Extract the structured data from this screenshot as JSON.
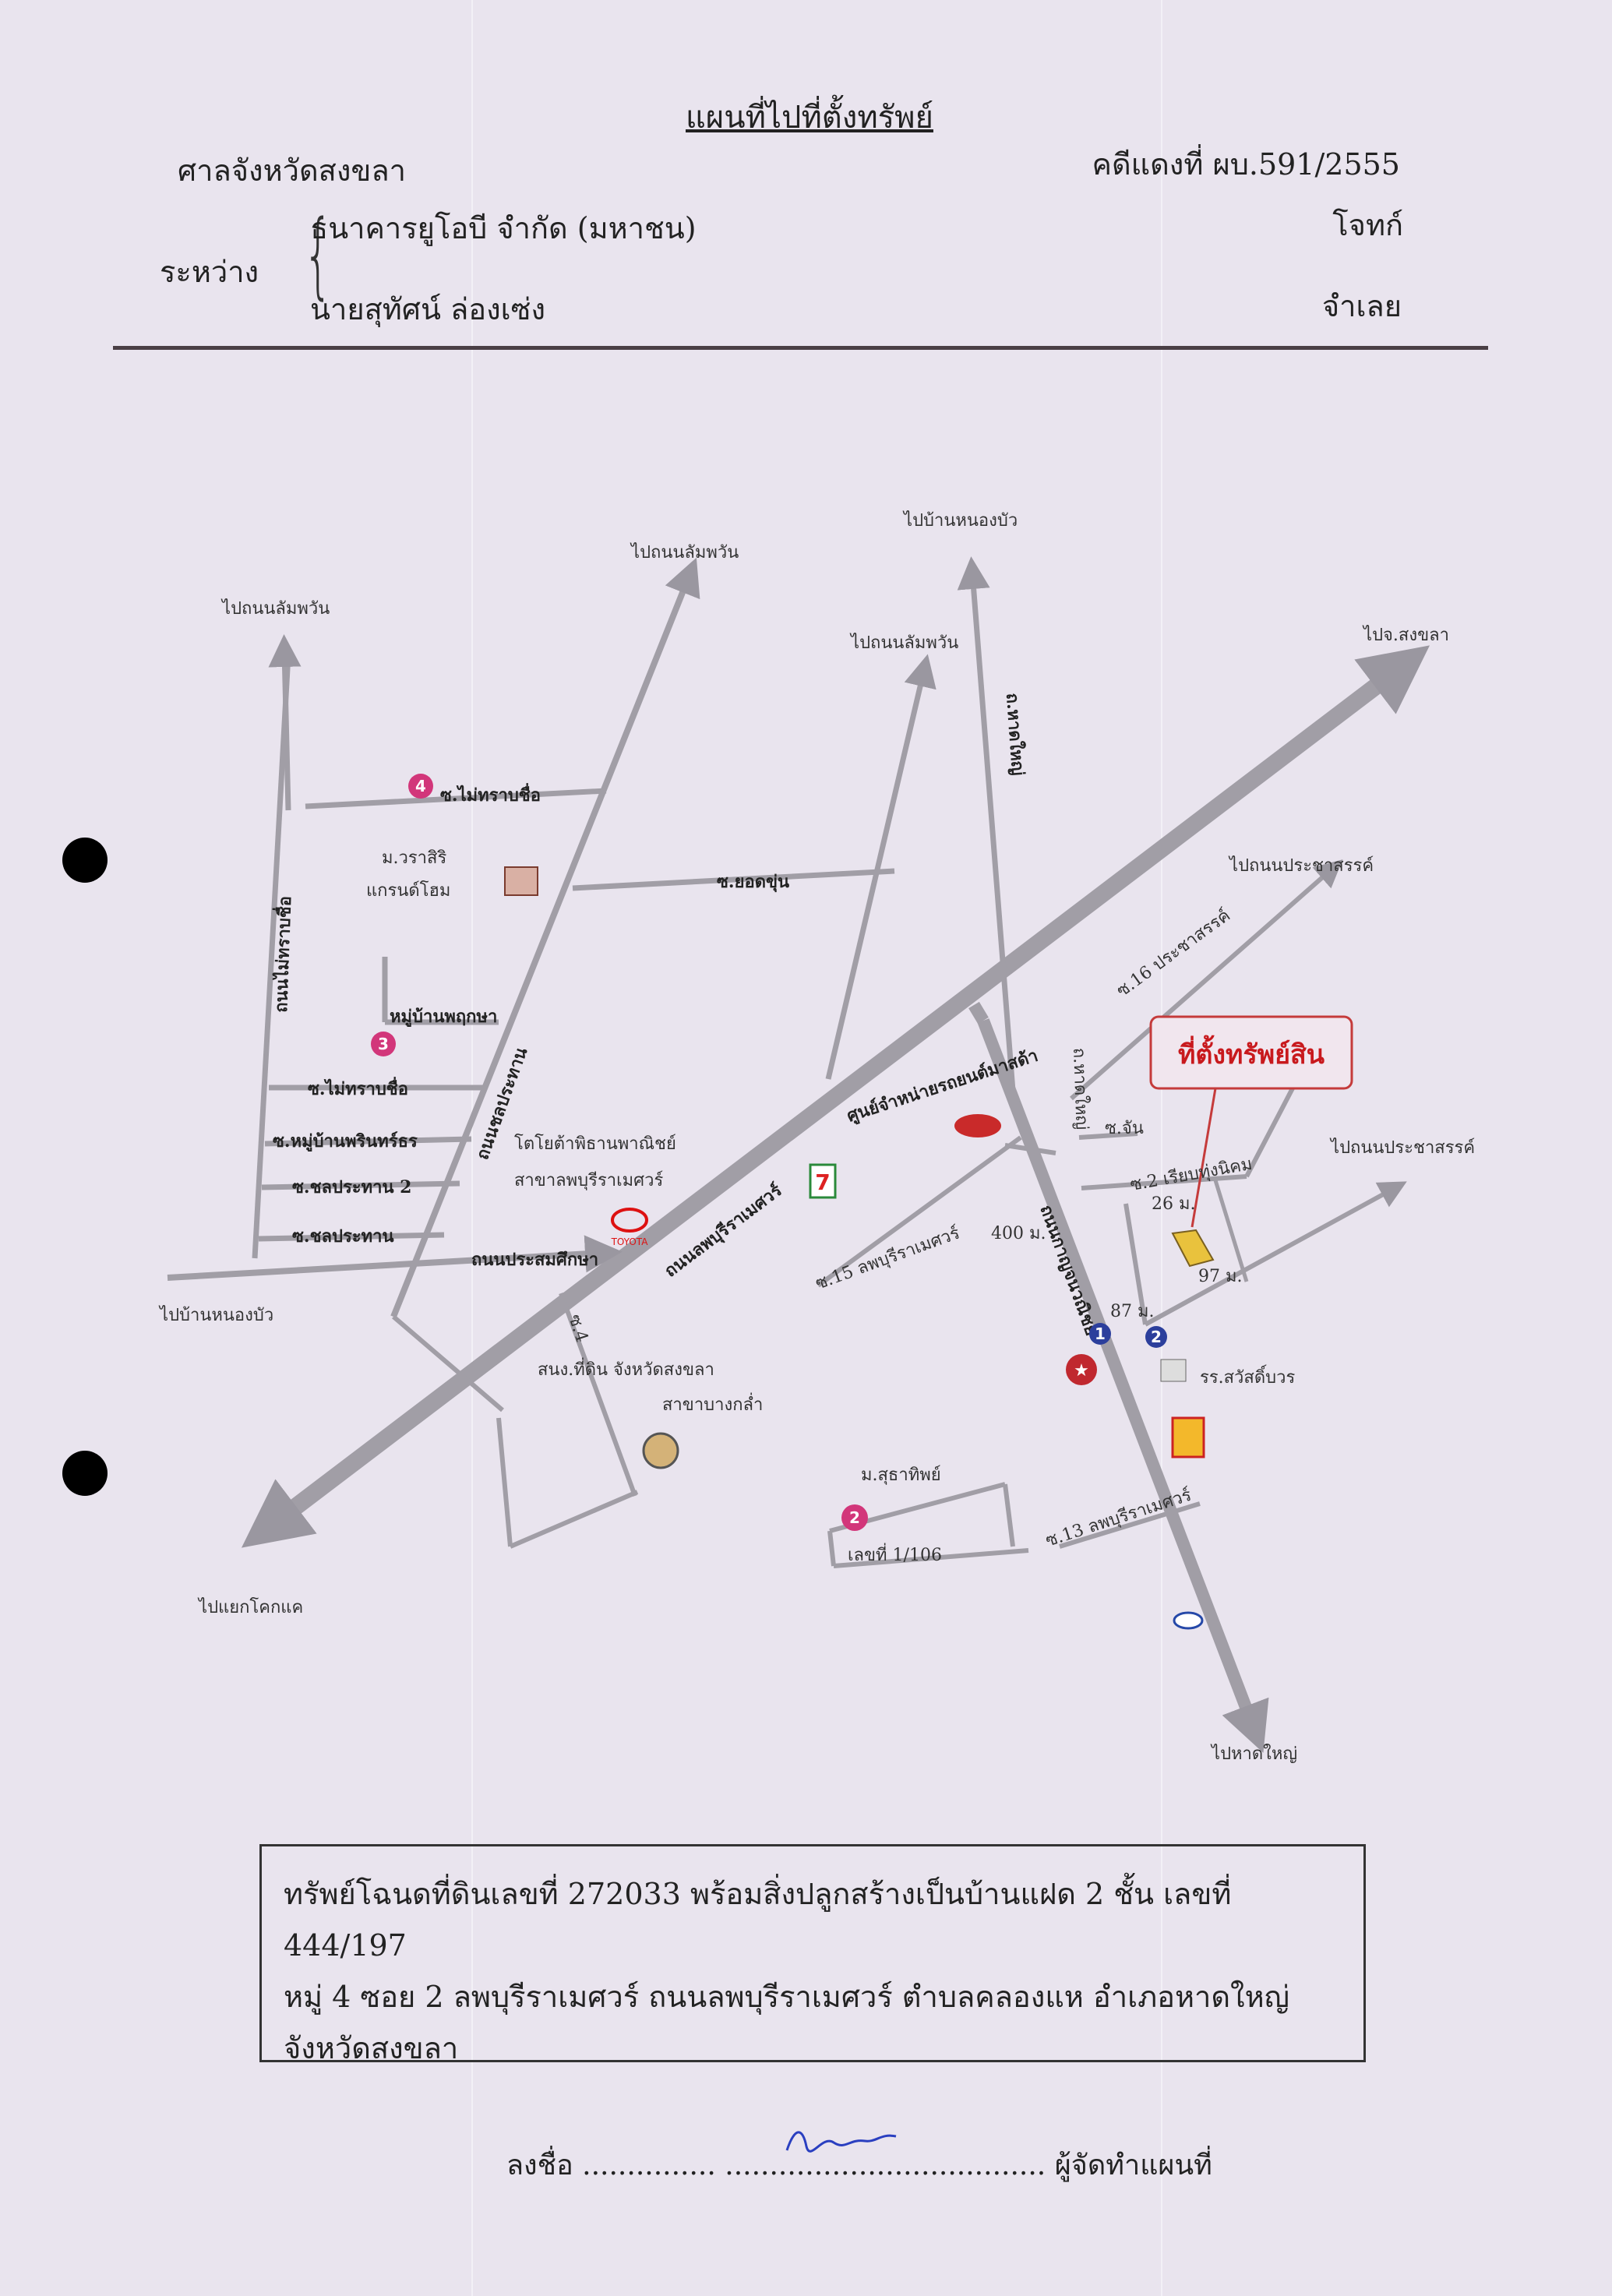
{
  "header": {
    "title": "แผนที่ไปที่ตั้งทรัพย์",
    "court": "ศาลจังหวัดสงขลา",
    "case_no": "คดีแดงที่ ผบ.591/2555",
    "between_label": "ระหว่าง",
    "plaintiff": "ธนาคารยูโอบี จำกัด (มหาชน)",
    "plaintiff_role": "โจทก์",
    "defendant": "นายสุทัศน์ ล่องเซ่ง",
    "defendant_role": "จำเลย"
  },
  "map": {
    "dest_top_left": "ไปถนนลัมพวัน",
    "dest_top_mid1": "ไปถนนลัมพวัน",
    "dest_top_mid2": "ไปถนนลัมพวัน",
    "dest_top_nongbua": "ไปบ้านหนองบัว",
    "dest_songkhla": "ไปจ.สงขลา",
    "dest_prachasan1": "ไปถนนประชาสรรค์",
    "dest_prachasan2": "ไปถนนประชาสรรค์",
    "dest_left_nongbua": "ไปบ้านหนองบัว",
    "dest_khokhae": "ไปแยกโคกแค",
    "dest_hatyai": "ไปหาดใหญ่",
    "property_marker": "ที่ตั้งทรัพย์สิน",
    "soi_maiprakot": "ซ.ไม่ทราบชื่อ",
    "moo_rasiri_1": "ม.วราสิริ",
    "moo_rasiri_2": "แกรนด์โฮม",
    "soi_yodkhun": "ซ.ยอดขุ่น",
    "road_unknown": "ถนนไม่ทราบชื่อ",
    "village_pho": "หมู่บ้านพฤกษา",
    "soi_unknown2": "ซ.ไม่ทราบชื่อ",
    "soi_village": "ซ.หมู่บ้านพรินทร์ธร",
    "soi_chonprathan2": "ซ.ชลประทาน 2",
    "soi_chonprathan": "ซ.ชลประทาน",
    "road_chonprathan": "ถนนชลประทาน",
    "road_prasomsuksa": "ถนนประสมศึกษา",
    "toyota_1": "โตโยต้าพิธานพาณิชย์",
    "toyota_2": "สาขาลพบุรีราเมศวร์",
    "toyota_logo": "TOYOTA",
    "road_lopburi": "ถนนลพบุรีราเมศวร์",
    "car_center": "ศูนย์จำหน่ายรถยนต์มาสด้า",
    "soi_15": "ซ.15 ลพบุรีราเมศวร์",
    "dist_400": "400 ม.",
    "road_kanchanawanich": "ถนนกาญจนวณิชย์",
    "road_hatyai": "ถ.หาดใหญ่",
    "soi_prachasan": "ซ.16 ประชาสรรค์",
    "soi_chan": "ซ.จัน",
    "soi_somnuk": "ซ.2 เรียบทุ่งนิคม",
    "dist_26": "26 ม.",
    "dist_97": "97 ม.",
    "dist_87": "87 ม.",
    "land_office_1": "สนง.ที่ดิน จังหวัดสงขลา",
    "land_office_2": "สาขาบางกล่ำ",
    "school": "รร.สวัสดิ์บวร",
    "moo_sutha": "ม.สุธาทิพย์",
    "soi_13": "ซ.13 ลพบุรีราเมศวร์",
    "house_no": "เลขที่ 1/106",
    "soi_4": "ซ.4",
    "num1": "1",
    "num2": "2",
    "num3": "3",
    "num4": "4",
    "num2b": "2",
    "seven": "7"
  },
  "info": {
    "line1": "ทรัพย์โฉนดที่ดินเลขที่ 272033 พร้อมสิ่งปลูกสร้างเป็นบ้านแฝด 2 ชั้น เลขที่ 444/197",
    "line2": "หมู่ 4 ซอย 2 ลพบุรีราเมศวร์ ถนนลพบุรีราเมศวร์ ตำบลคลองแห อำเภอหาดใหญ่",
    "line3": "จังหวัดสงขลา"
  },
  "sign": {
    "prefix": "ลงชื่อ",
    "dots1": "...............",
    "dots2": "....................................",
    "suffix": "ผู้จัดทำแผนที่"
  }
}
